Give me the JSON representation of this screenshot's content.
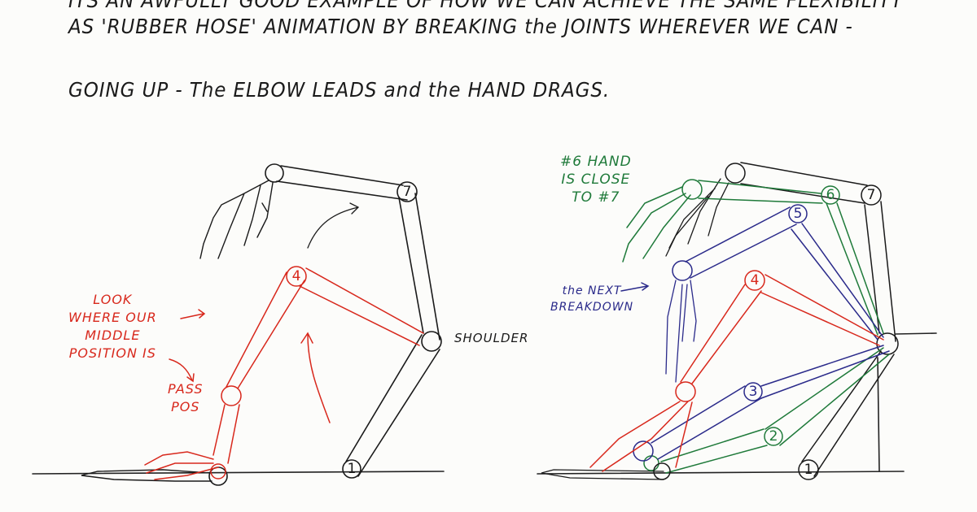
{
  "notes": {
    "line1": "ITS AN AWFULLY GOOD EXAMPLE OF HOW WE CAN ACHIEVE THE SAME FLEXIBILITY",
    "line2": "AS 'RUBBER HOSE' ANIMATION  BY BREAKING the JOINTS WHEREVER WE CAN -",
    "line3": "GOING UP - The ELBOW LEADS and the HAND DRAGS."
  },
  "labels": {
    "look": "LOOK WHERE OUR MIDDLE POSITION IS",
    "look_lines": [
      "LOOK",
      "WHERE OUR",
      "MIDDLE",
      "POSITION IS"
    ],
    "pass_lines": [
      "PASS",
      "POS"
    ],
    "shoulder": "SHOULDER",
    "hand6_lines": [
      "#6 HAND",
      "IS CLOSE",
      "TO #7"
    ],
    "next_lines": [
      "the NEXT",
      "BREAKDOWN"
    ]
  },
  "keys": {
    "k1": "1",
    "k2": "2",
    "k3": "3",
    "k4": "4",
    "k5": "5",
    "k6": "6",
    "k7": "7"
  },
  "colors": {
    "ink": "#1a1a1a",
    "red": "#d8281c",
    "green": "#1f7a3a",
    "blue": "#2a2a8a",
    "paper": "#fcfcfa"
  }
}
